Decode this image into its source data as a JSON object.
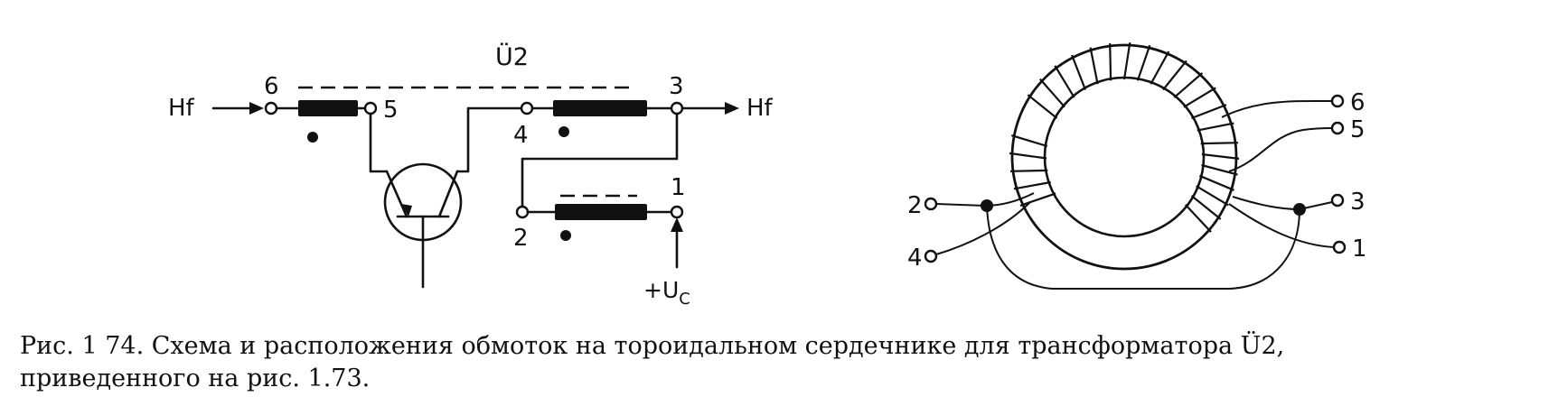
{
  "schematic": {
    "transformer_label": "Ü2",
    "hf_in_label": "Hf",
    "hf_out_label": "Hf",
    "supply_label": "+U",
    "supply_subscript": "C",
    "pins": [
      "6",
      "5",
      "4",
      "3",
      "2",
      "1"
    ]
  },
  "toroid": {
    "pins_left": [
      "2",
      "4"
    ],
    "pins_right": [
      "6",
      "5",
      "3",
      "1"
    ]
  },
  "caption": {
    "line1": "Рис. 1 74. Схема и расположения обмоток на тороидальном сердечнике для трансформатора Ü2,",
    "line2": "приведенного на рис. 1.73."
  }
}
